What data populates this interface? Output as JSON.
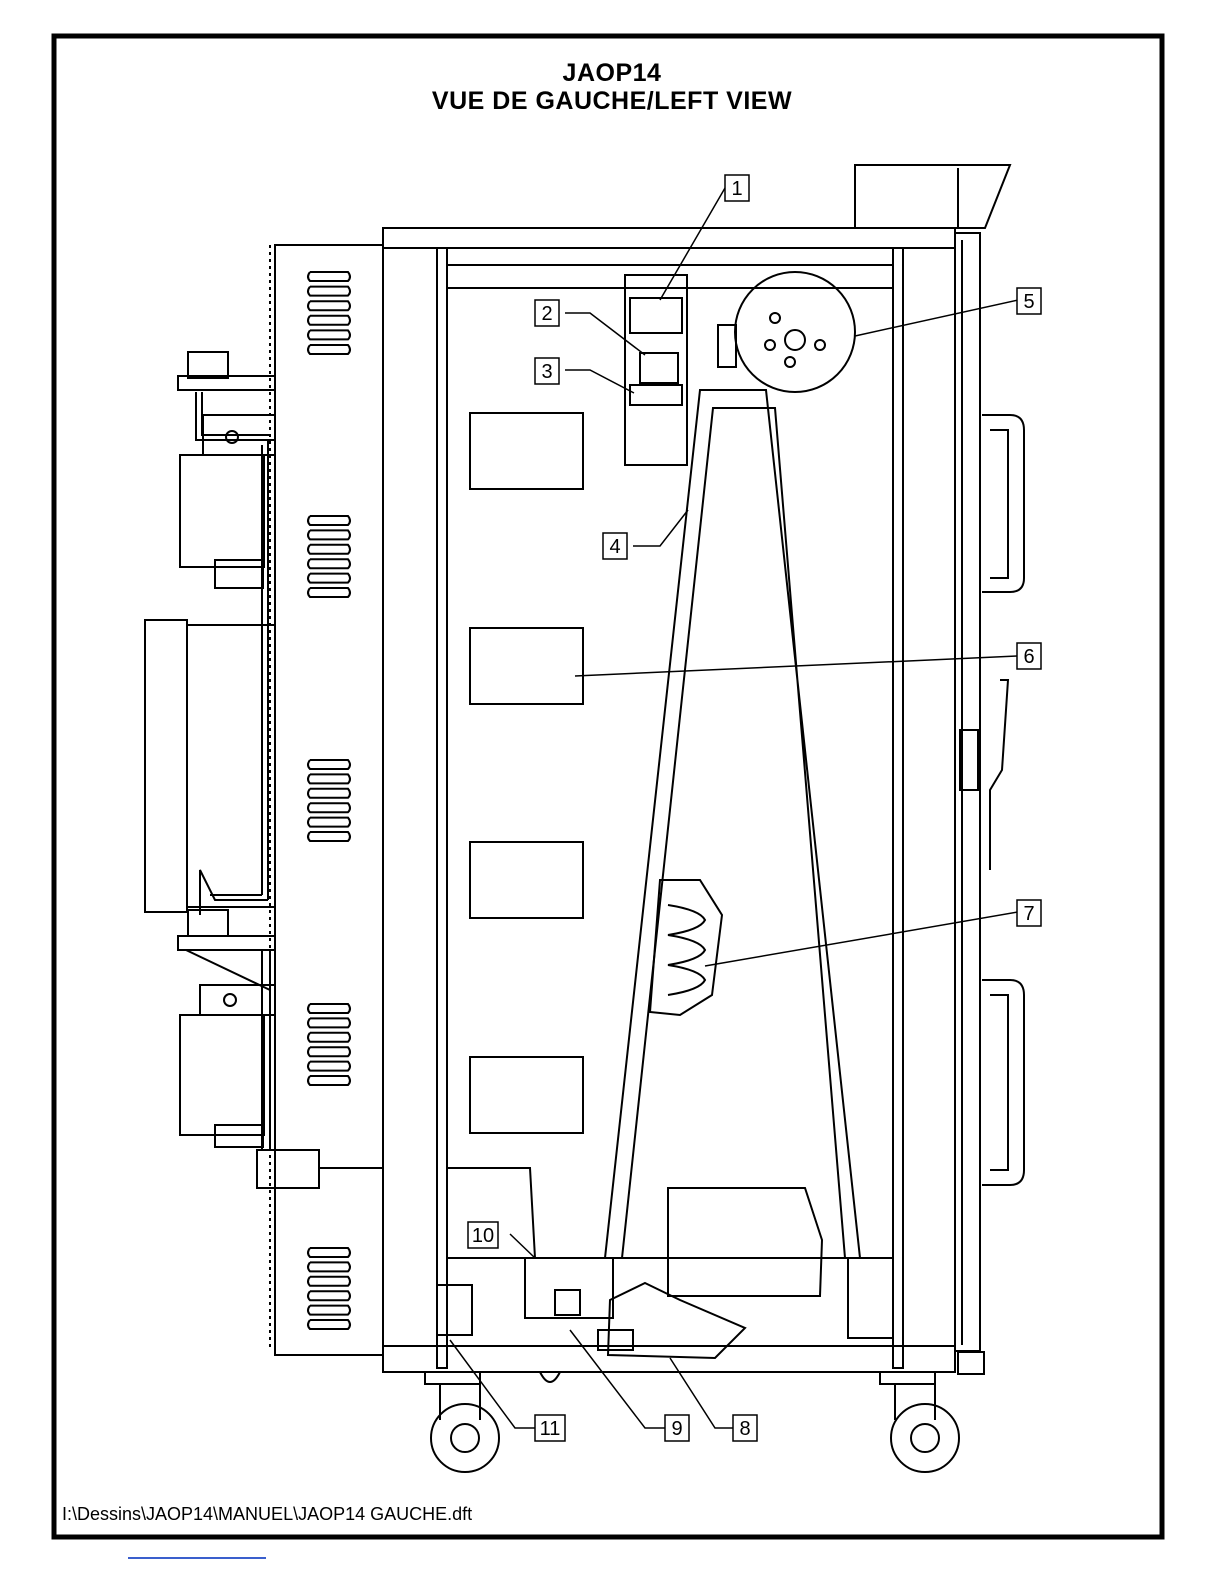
{
  "title": {
    "model": "JAOP14",
    "view": "VUE DE GAUCHE/LEFT VIEW"
  },
  "callouts": [
    "1",
    "2",
    "3",
    "4",
    "5",
    "6",
    "7",
    "8",
    "9",
    "10",
    "11"
  ],
  "file_path": "I:\\Dessins\\JAOP14\\MANUEL\\JAOP14 GAUCHE.dft",
  "colors": {
    "line": "#000000",
    "background": "#ffffff",
    "link_underline": "#3a5fcd"
  }
}
